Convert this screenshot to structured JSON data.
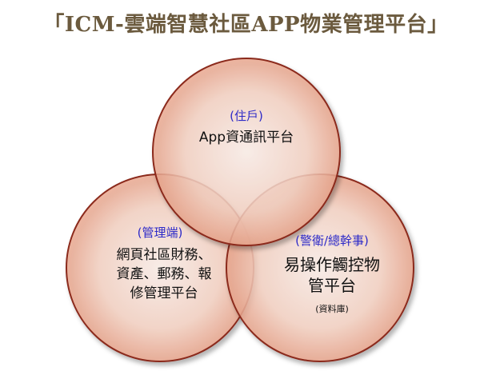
{
  "title": "「ICM-雲端智慧社區APP物業管理平台」",
  "circles": {
    "top": {
      "role": "(住戶)",
      "text": "App資通訊平台"
    },
    "left": {
      "role": "(管理端)",
      "line1": "網頁社區財務、",
      "line2": "資產、郵務、報",
      "line3": "修管理平台"
    },
    "right": {
      "role": "(警衛/總幹事)",
      "line1": "易操作觸控物",
      "line2": "管平台",
      "note": "(資料庫)"
    }
  },
  "colors": {
    "circle_fill": "#f6d3c4",
    "circle_edge": "#8b2a1c",
    "title": "#6b5a3e",
    "role_text": "#2d2ac8"
  }
}
